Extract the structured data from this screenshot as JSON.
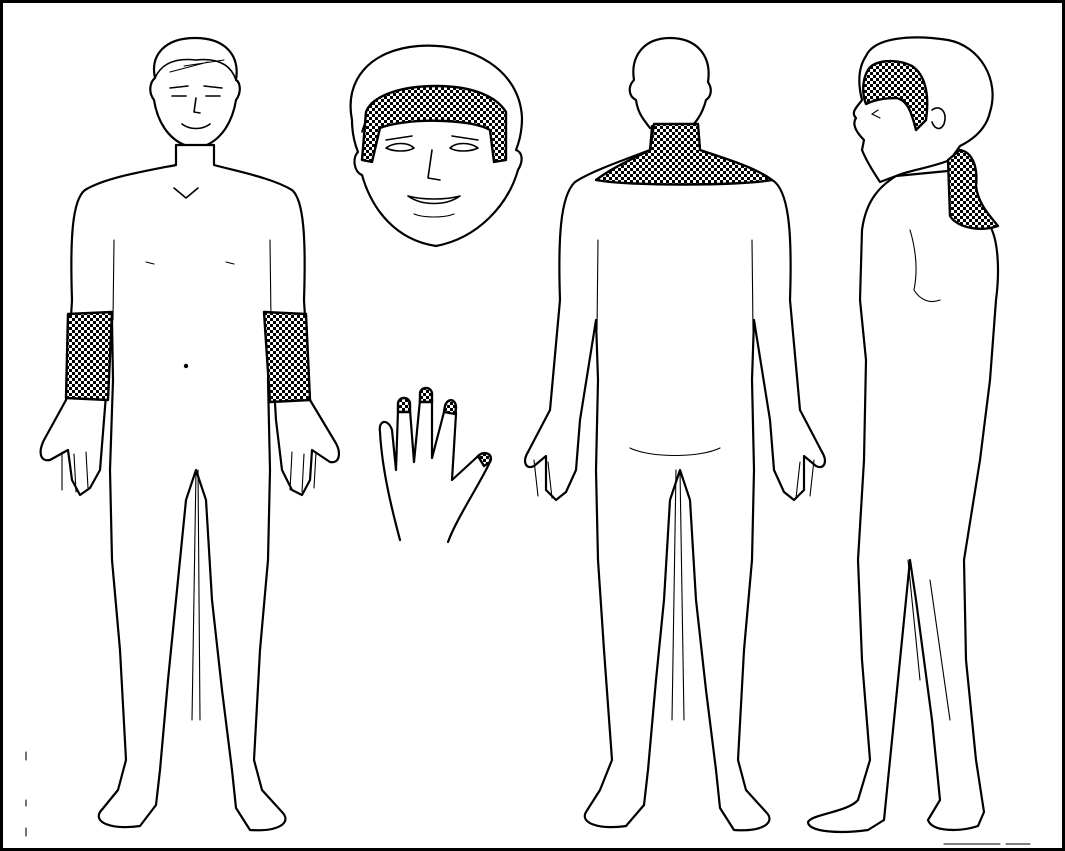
{
  "figure": {
    "frame_color": "#000000",
    "line_color": "#000000",
    "background_color": "#ffffff",
    "pattern_colors": [
      "#000000",
      "#ffffff"
    ],
    "views": [
      {
        "name": "front",
        "shaded_regions": [
          "left-wrist",
          "right-wrist"
        ]
      },
      {
        "name": "face",
        "shaded_regions": [
          "forehead-hairline"
        ]
      },
      {
        "name": "hand",
        "shaded_regions": [
          "fingertips"
        ]
      },
      {
        "name": "back",
        "shaded_regions": [
          "neck-and-upper-shoulders"
        ]
      },
      {
        "name": "side",
        "shaded_regions": [
          "upper-head",
          "back-of-neck"
        ]
      }
    ]
  }
}
